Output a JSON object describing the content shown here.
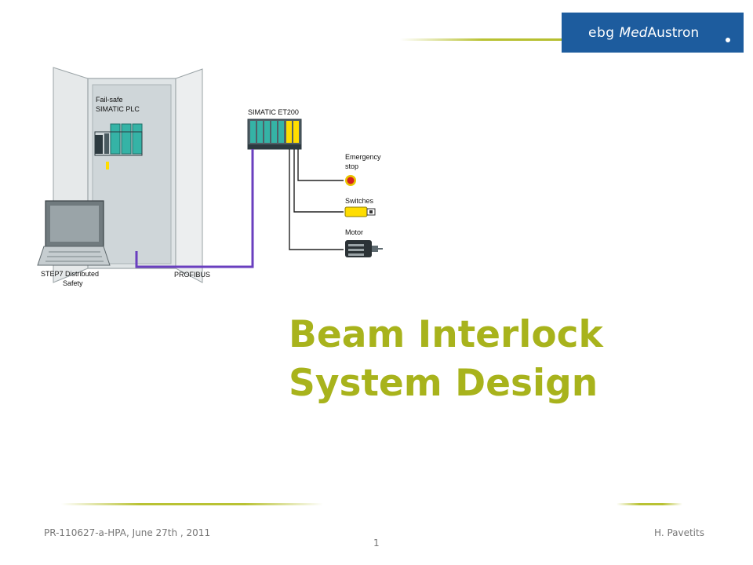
{
  "logo": {
    "prefix": "ebg",
    "med": "Med",
    "suffix": "Austron"
  },
  "diagram": {
    "plc_label_1": "Fail-safe",
    "plc_label_2": "SIMATIC PLC",
    "et200_label": "SIMATIC ET200",
    "estop_label_1": "Emergency",
    "estop_label_2": "stop",
    "switches_label": "Switches",
    "motor_label": "Motor",
    "pc_label_1": "STEP7 Distributed",
    "pc_label_2": "Safety",
    "bus_label": "PROFIBUS"
  },
  "title": {
    "line1": "Beam Interlock",
    "line2": "System Design"
  },
  "footer": {
    "left": "PR-110627-a-HPA, June 27th , 2011",
    "right": "H. Pavetits",
    "page": "1"
  }
}
